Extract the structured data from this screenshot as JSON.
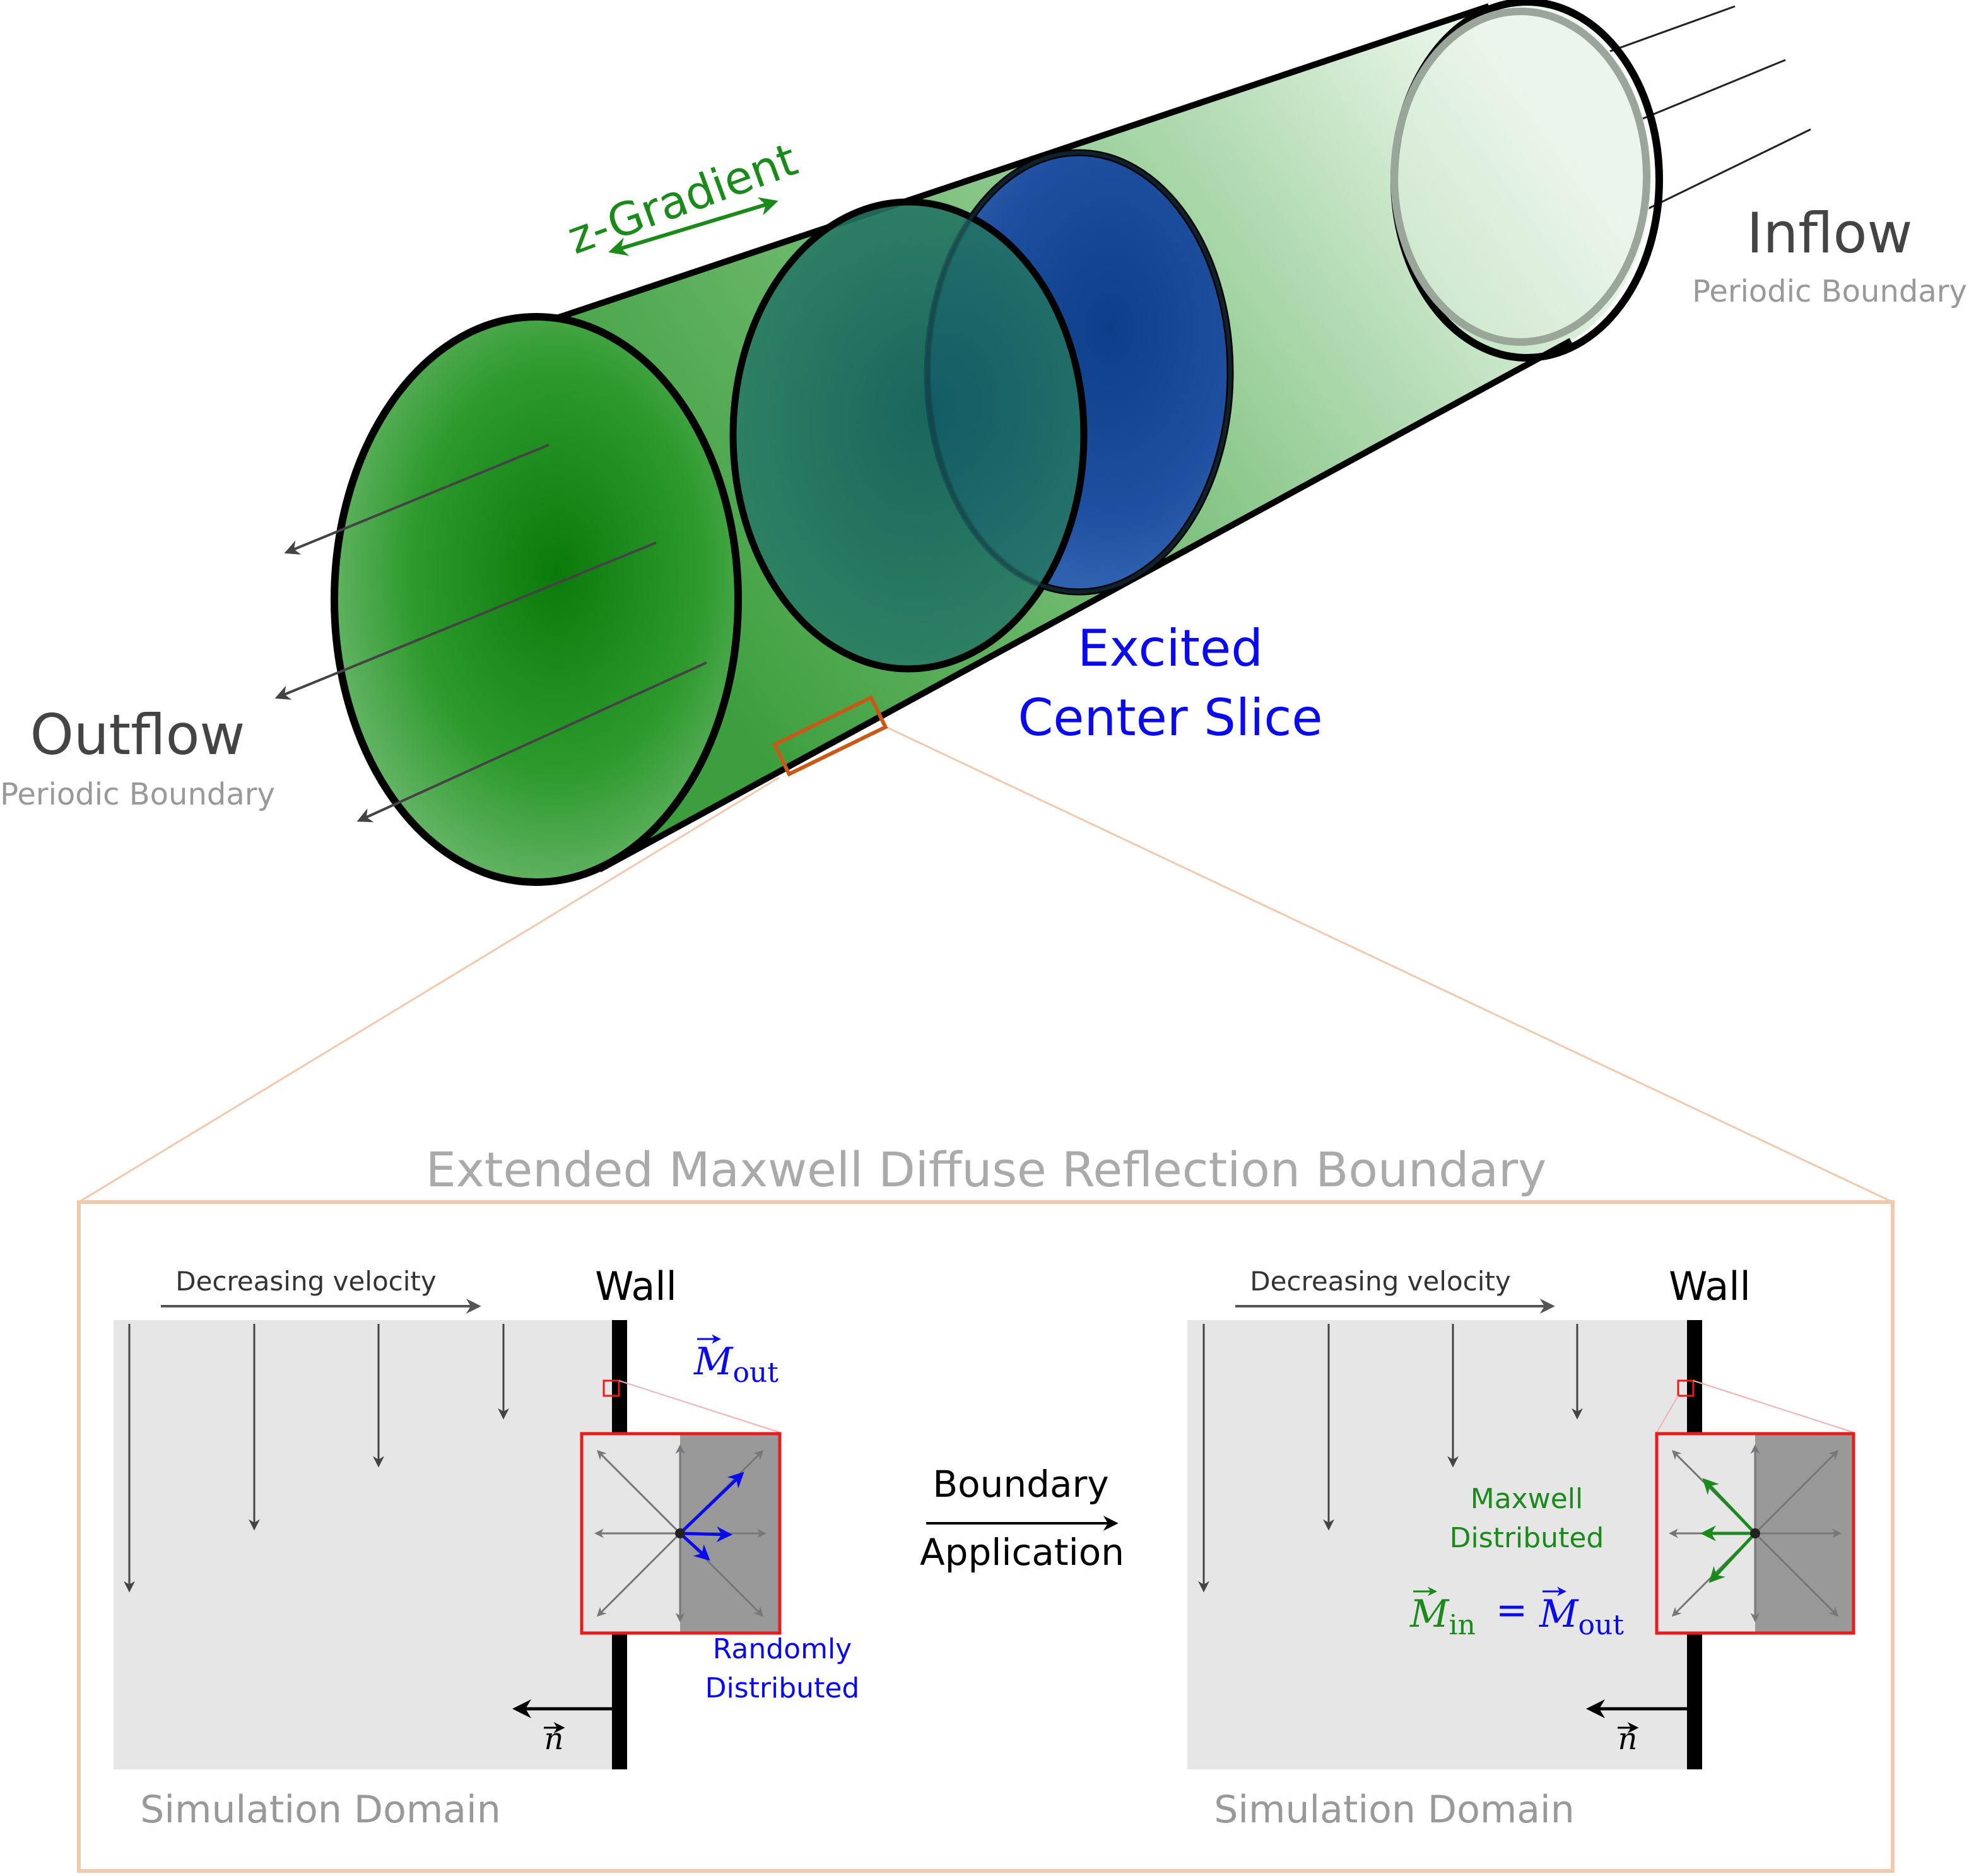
{
  "top": {
    "gradient_label": "z-Gradient",
    "inflow_label": "Inflow",
    "inflow_sub": "Periodic Boundary",
    "outflow_label": "Outflow",
    "outflow_sub": "Periodic Boundary",
    "excited_line1": "Excited",
    "excited_line2": "Center Slice"
  },
  "bottom": {
    "title": "Extended Maxwell Diffuse Reflection Boundary",
    "left_panel": {
      "velocity_label": "Decreasing velocity",
      "wall_label": "Wall",
      "m_out_main": "M",
      "m_out_sub": "out",
      "random_line1": "Randomly",
      "random_line2": "Distributed",
      "normal_label": "n",
      "domain_label": "Simulation Domain"
    },
    "middle": {
      "line1": "Boundary",
      "line2": "Application"
    },
    "right_panel": {
      "velocity_label": "Decreasing velocity",
      "wall_label": "Wall",
      "maxwell_line1": "Maxwell",
      "maxwell_line2": "Distributed",
      "eq_m_in_main": "M",
      "eq_m_in_sub": "in",
      "eq_equals": "=",
      "eq_m_out_main": "M",
      "eq_m_out_sub": "out",
      "normal_label": "n",
      "domain_label": "Simulation Domain"
    }
  },
  "colors": {
    "tube_green": "#2e9a2e",
    "slice_blue": "#1f4fa0",
    "label_green": "#1a8a1a",
    "label_blue": "#0a0aee",
    "zoom_orange": "#f2c9ad",
    "zoom_box": "#c85a18",
    "inset_red": "#e81c1c",
    "domain_grey": "#e6e6e6",
    "wall_grey": "#999999"
  }
}
